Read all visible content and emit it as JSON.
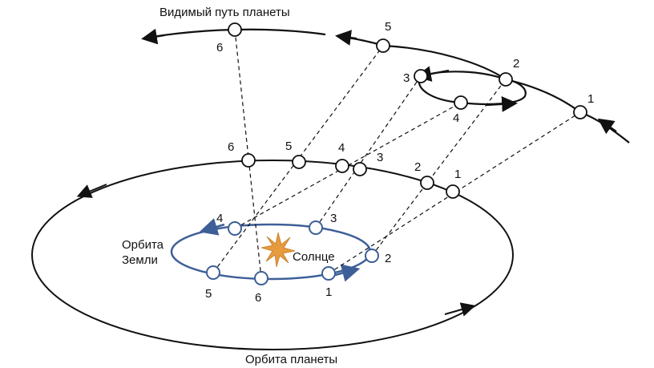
{
  "labels": {
    "apparent_path": "Видимый путь планеты",
    "earth_orbit_line1": "Орбита",
    "earth_orbit_line2": "Земли",
    "sun": "Солнце",
    "planet_orbit": "Орбита планеты"
  },
  "points": {
    "path": [
      "1",
      "2",
      "3",
      "4",
      "5",
      "6"
    ],
    "planet": [
      "1",
      "2",
      "3",
      "4",
      "5",
      "6"
    ],
    "earth": [
      "1",
      "2",
      "3",
      "4",
      "5",
      "6"
    ]
  },
  "colors": {
    "line": "#111111",
    "earth_orbit": "#3d5f97",
    "sun": "#e59b3e"
  }
}
